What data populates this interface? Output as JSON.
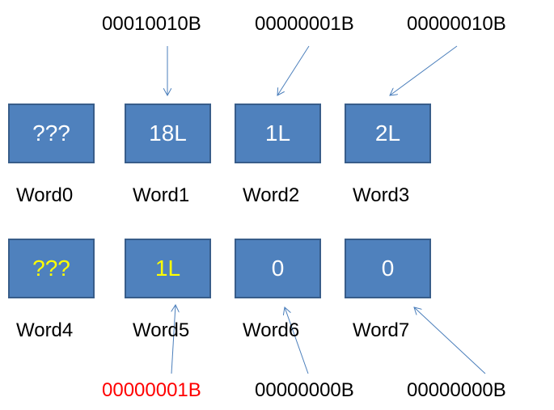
{
  "colors": {
    "box_fill": "#4f81bd",
    "box_border": "#385d8a",
    "arrow": "#4a7ebb",
    "highlight_yellow": "#ffff00",
    "highlight_red": "#ff0000"
  },
  "top_labels": [
    "00010010B",
    "00000001B",
    "00000010B"
  ],
  "bottom_labels": [
    "00000001B",
    "00000000B",
    "00000000B"
  ],
  "row1": {
    "boxes": [
      "???",
      "18L",
      "1L",
      "2L"
    ],
    "words": [
      "Word0",
      "Word1",
      "Word2",
      "Word3"
    ]
  },
  "row2": {
    "boxes": [
      "???",
      "1L",
      "0",
      "0"
    ],
    "words": [
      "Word4",
      "Word5",
      "Word6",
      "Word7"
    ]
  }
}
